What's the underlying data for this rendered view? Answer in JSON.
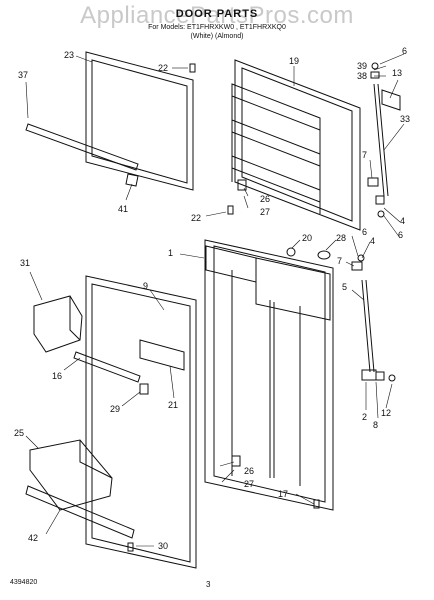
{
  "header": {
    "watermark": "AppliancePartsPros.com",
    "title": "DOOR PARTS",
    "models": "For Models: ET1FHRXKW0 , ET1FHRXKQ0",
    "variants": "(White)      (Almond)"
  },
  "callouts": {
    "c1": "1",
    "c2": "2",
    "c4": "4",
    "c4b": "4",
    "c5": "5",
    "c6a": "6",
    "c6b": "6",
    "c6c": "6",
    "c7a": "7",
    "c7b": "7",
    "c8": "8",
    "c9": "9",
    "c12": "12",
    "c13": "13",
    "c16": "16",
    "c17": "17",
    "c19": "19",
    "c20": "20",
    "c21": "21",
    "c22a": "22",
    "c22b": "22",
    "c23": "23",
    "c25": "25",
    "c26a": "26",
    "c26b": "26",
    "c27a": "27",
    "c27b": "27",
    "c28": "28",
    "c29": "29",
    "c30": "30",
    "c31": "31",
    "c33": "33",
    "c37": "37",
    "c38": "38",
    "c39": "39",
    "c41": "41",
    "c42": "42"
  },
  "footer": {
    "doc_number": "4394820",
    "page_number": "3"
  }
}
